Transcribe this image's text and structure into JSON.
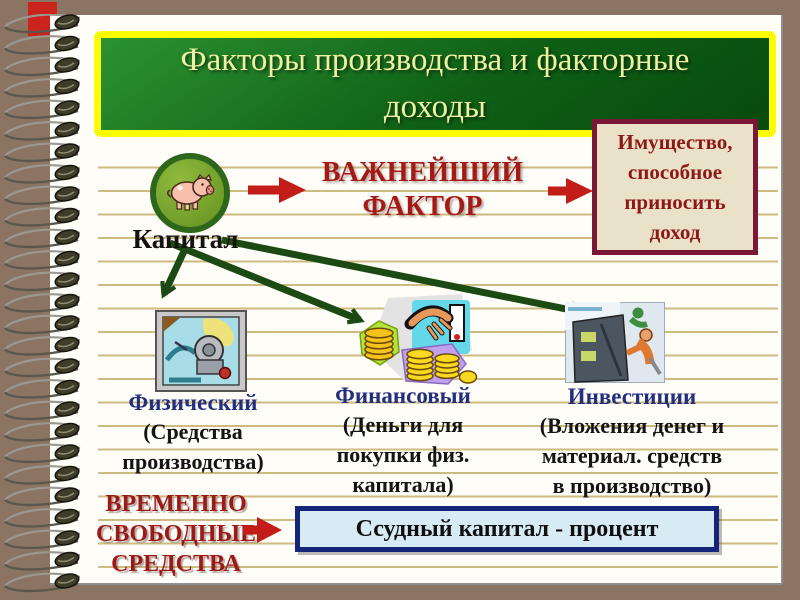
{
  "slide": {
    "title": "Факторы производства и факторные\nдоходы"
  },
  "capital": {
    "label": "Капитал",
    "icon": "piggy-bank-icon"
  },
  "key_factor": {
    "text": "ВАЖНЕЙШИЙ\nФАКТОР"
  },
  "property_box": {
    "text": "Имущество,\nспособное\nприносить\nдоход"
  },
  "capital_types": [
    {
      "name": "Физический",
      "description": "(Средства\nпроизводства)",
      "image": "machinery-clipart"
    },
    {
      "name": "Финансовый",
      "description": "(Деньги для\nпокупки физ.\nкапитала)",
      "image": "money-and-hand-clipart"
    },
    {
      "name": "Инвестиции",
      "description": "(Вложения денег и\nматериал. средств\nв производство)",
      "image": "production-workers-clipart"
    }
  ],
  "bottom": {
    "free_funds": "ВРЕМЕННО\nСВОБОДНЫЕ\nСРЕДСТВА",
    "loan_capital": "Ссудный капитал - процент"
  },
  "colors": {
    "background_brown": "#8b7461",
    "paper": "#fffdf7",
    "rule_line": "#cdbb82",
    "title_green": "#0f6016",
    "title_border_yellow": "#fdfd00",
    "title_text": "#eef0a2",
    "property_border_maroon": "#7b1837",
    "property_bg_cream": "#eae2c8",
    "dark_red_text": "#a41a16",
    "red_arrow": "#c21d18",
    "green_arrow": "#1c4a14",
    "navy_label": "#232f7e",
    "loan_box_bg": "#d7ebf5",
    "loan_box_border": "#152579"
  }
}
